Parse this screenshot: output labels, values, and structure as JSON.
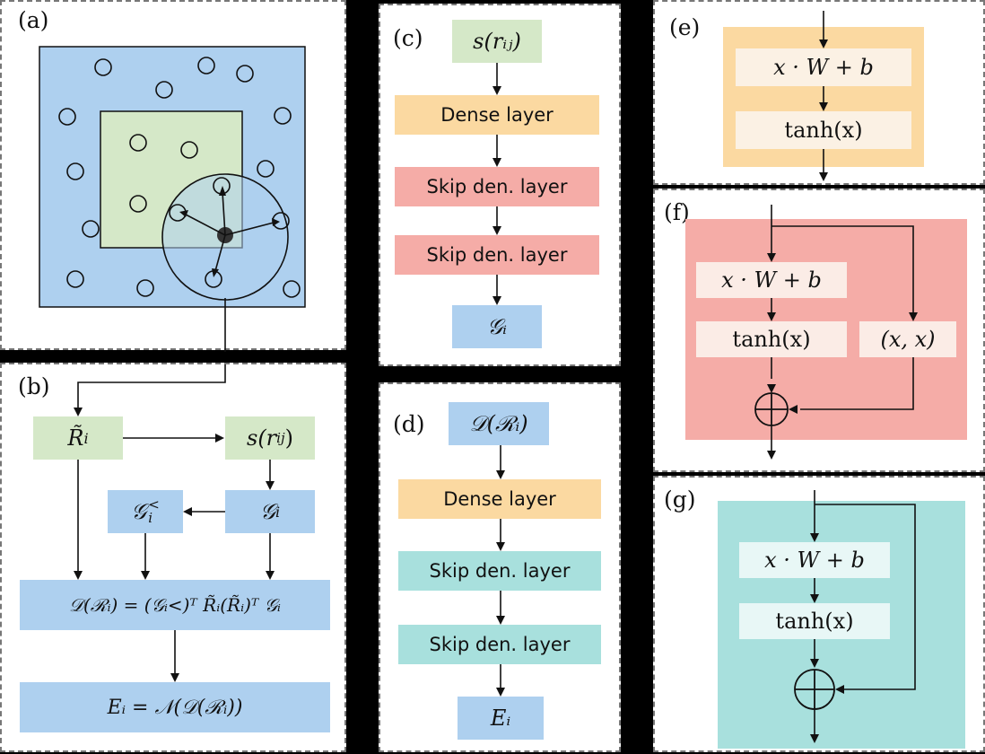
{
  "panels": {
    "a": {
      "label": "(a)"
    },
    "b": {
      "label": "(b)",
      "r_tilde": "R̃",
      "r_tilde_sub": "i",
      "s_rij": "s(r",
      "s_rij_sub": "ij",
      "s_rij_close": ")",
      "g_i": "𝒢",
      "g_i_sub": "i",
      "g_lt": "𝒢",
      "g_lt_sup": "<",
      "g_lt_sub": "i",
      "d_formula": "𝒟(ℛᵢ) = (𝒢ᵢ<)ᵀ R̃ᵢ(R̃ᵢ)ᵀ 𝒢ᵢ",
      "e_formula": "Eᵢ = 𝒩(𝒟(ℛᵢ))"
    },
    "c": {
      "label": "(c)",
      "input": "s(rᵢⱼ)",
      "dense": "Dense layer",
      "skip1": "Skip den. layer",
      "skip2": "Skip den. layer",
      "output": "𝒢ᵢ"
    },
    "d": {
      "label": "(d)",
      "input": "𝒟(ℛᵢ)",
      "dense": "Dense layer",
      "skip1": "Skip den. layer",
      "skip2": "Skip den. layer",
      "output": "Eᵢ"
    },
    "e": {
      "label": "(e)",
      "linear": "x · W + b",
      "act": "tanh(x)"
    },
    "f": {
      "label": "(f)",
      "linear": "x · W + b",
      "act": "tanh(x)",
      "concat": "(x, x)",
      "sum": "⊕"
    },
    "g": {
      "label": "(g)",
      "linear": "x · W + b",
      "act": "tanh(x)",
      "sum": "⊕"
    }
  },
  "colors": {
    "outer_blue": "#aed0ef",
    "inner_green": "#d5e8c8",
    "orange": "#fbd9a1",
    "red": "#f5aca7",
    "teal": "#a8e0dd",
    "center_atom": "#333333"
  }
}
